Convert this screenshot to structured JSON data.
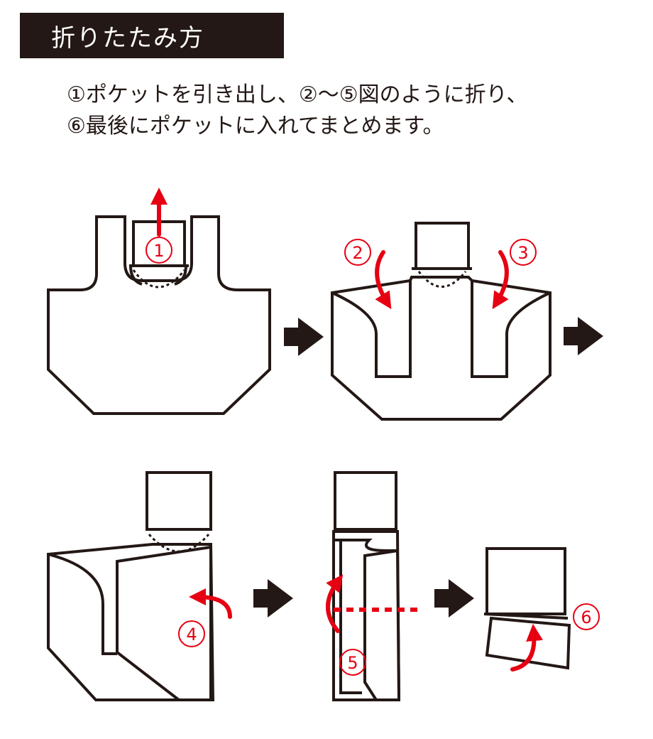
{
  "title": "折りたたみ方",
  "intro": {
    "line1": "①ポケットを引き出し、②～⑤図のように折り、",
    "line2": "⑥最後にポケットに入れてまとめます。"
  },
  "steps": {
    "s1": "1",
    "s2": "2",
    "s3": "3",
    "s4": "4",
    "s5": "5",
    "s6": "6"
  },
  "colors": {
    "ink": "#231815",
    "accent": "#e60012",
    "background": "#ffffff"
  }
}
